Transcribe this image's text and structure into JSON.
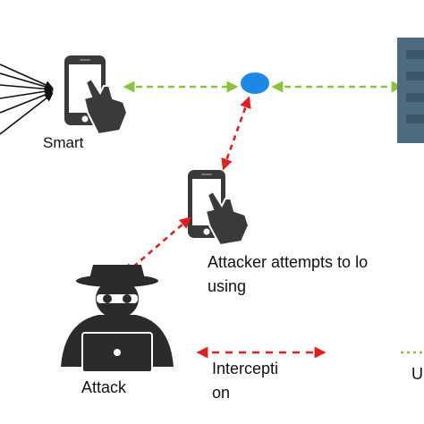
{
  "labels": {
    "smart": "Smart",
    "attacker_attempt_line1": "Attacker attempts to lo",
    "attacker_attempt_line2": "using",
    "attack": "Attack",
    "interception_line1": "Intercepti",
    "interception_line2": "on",
    "edge_fragment": "U"
  },
  "colors": {
    "legit_link": "#8ac43f",
    "attack_link": "#e01f1f",
    "node": "#1e88e5",
    "server": "#4e6b7f",
    "phone": "#3a3a3a",
    "attacker": "#2b2b2b"
  },
  "icons": {
    "smartphone": "smartphone-hand-icon",
    "attacker_phone": "smartphone-hand-icon",
    "router_node": "network-node-icon",
    "server": "server-rack-icon",
    "hacker": "hacker-icon"
  }
}
